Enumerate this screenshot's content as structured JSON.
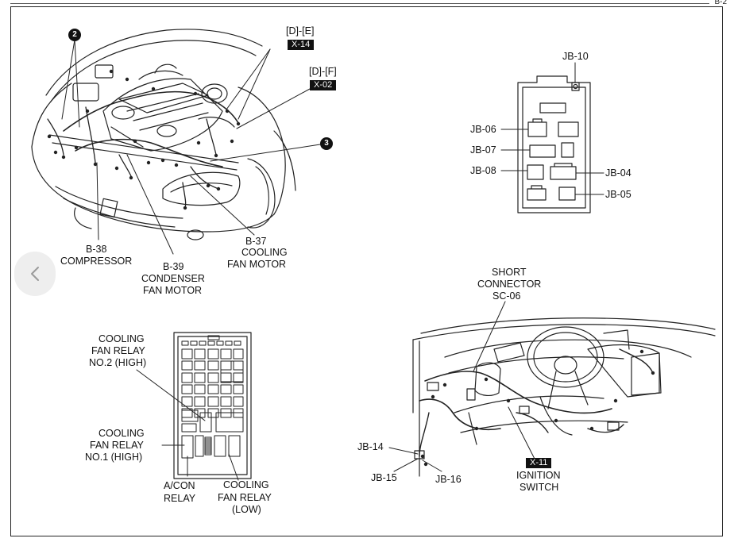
{
  "page_id": "B-2",
  "callouts": {
    "bubble_2": "2",
    "bubble_3": "3"
  },
  "engine_bay": {
    "d_e": "[D]-[E]",
    "x14": "X-14",
    "d_f": "[D]-[F]",
    "x02": "X-02",
    "b38_code": "B-38",
    "b38_name": "COMPRESSOR",
    "b39_code": "B-39",
    "b39_name_1": "CONDENSER",
    "b39_name_2": "FAN MOTOR",
    "b37_code": "B-37",
    "b37_name_1": "COOLING",
    "b37_name_2": "FAN MOTOR"
  },
  "junction_block": {
    "jb10": "JB-10",
    "jb06": "JB-06",
    "jb07": "JB-07",
    "jb08": "JB-08",
    "jb04": "JB-04",
    "jb05": "JB-05"
  },
  "relay_box": {
    "relay_no2_1": "COOLING",
    "relay_no2_2": "FAN RELAY",
    "relay_no2_3": "NO.2 (HIGH)",
    "relay_no1_1": "COOLING",
    "relay_no1_2": "FAN RELAY",
    "relay_no1_3": "NO.1 (HIGH)",
    "acon_1": "A/CON",
    "acon_2": "RELAY",
    "low_1": "COOLING",
    "low_2": "FAN RELAY",
    "low_3": "(LOW)"
  },
  "dashboard": {
    "short_1": "SHORT",
    "short_2": "CONNECTOR",
    "short_3": "SC-06",
    "x11": "X-11",
    "ign_1": "IGNITION",
    "ign_2": "SWITCH",
    "jb14": "JB-14",
    "jb15": "JB-15",
    "jb16": "JB-16"
  },
  "nav": {
    "prev_icon": "chevron-left-icon"
  }
}
